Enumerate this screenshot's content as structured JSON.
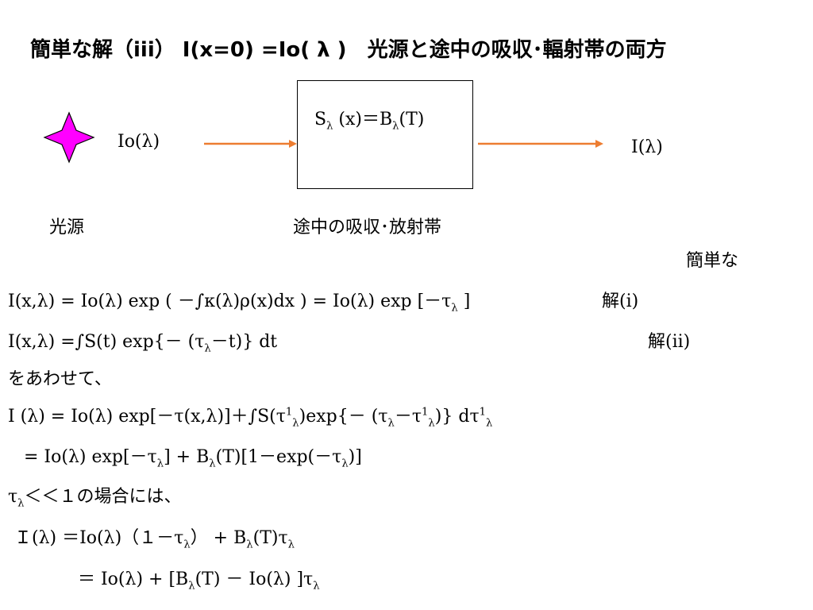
{
  "title": "簡単な解（iii） I(x=0) =Io( λ )　光源と途中の吸収･輻射帯の両方",
  "diagram": {
    "source_input_label": "Io(λ)",
    "source_caption": "光源",
    "box_caption": "途中の吸収･放射帯",
    "output_label": "I(λ)",
    "box_eq": {
      "s": "S",
      "lam": "λ",
      "mid": " (x)＝B",
      "lam2": "λ",
      "end": "(T)"
    },
    "colors": {
      "star": "#ff00ff",
      "arrow": "#ed7d31"
    }
  },
  "notes": {
    "simple_label": "簡単な",
    "sol_i_label": "解(i)",
    "sol_ii_label": "解(ii)",
    "combine": "をあわせて、"
  },
  "eqs": {
    "eq1": {
      "a": "I(x,λ) = Io(λ) exp ( －∫κ(λ)ρ(x)dx ) = Io(λ) exp [－τ",
      "sub": "λ",
      "b": " ]"
    },
    "eq2": {
      "a": "I(x,λ) =∫S(t) exp{－ (τ",
      "sub": "λ",
      "b": "－t)} dt"
    },
    "eq3": {
      "a": "I (λ) = Io(λ) exp[－τ(x,λ)]＋∫S(τ",
      "sup1": "1",
      "sub1": "λ",
      "b": ")exp{－ (τ",
      "sub2": "λ",
      "c": "－τ",
      "sup2": "1",
      "sub3": "λ",
      "d": ")} dτ",
      "sup3": "1",
      "sub4": "λ"
    },
    "eq4": {
      "a": "= Io(λ) exp[－τ",
      "sub1": "λ",
      "b": "] + B",
      "sub2": "λ",
      "c": "(T)[1－exp(－τ",
      "sub3": "λ",
      "d": ")]"
    },
    "eq5": {
      "a": "τ",
      "sub": "λ",
      "b": "＜＜１の場合には、"
    },
    "eq6": {
      "a": "Ｉ(λ) ＝Io(λ)（１－τ",
      "sub1": "λ",
      "b": "） + B",
      "sub2": "λ",
      "c": "(T)τ",
      "sub3": "λ"
    },
    "eq7": {
      "a": "＝ Io(λ) + [B",
      "sub1": "λ",
      "b": "(T) － Io(λ) ]τ",
      "sub2": "λ"
    }
  }
}
